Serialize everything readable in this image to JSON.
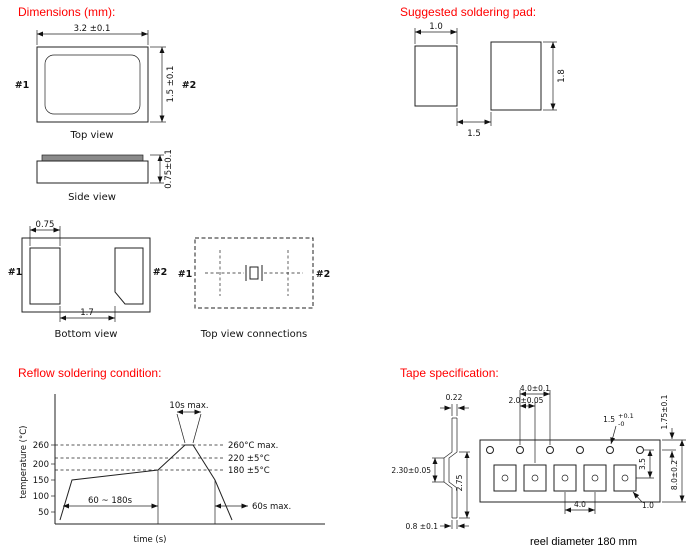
{
  "dimensions": {
    "title": "Dimensions (mm):",
    "top_view": {
      "caption": "Top view",
      "width_dim": "3.2 ±0.1",
      "height_dim": "1.5 ±0.1",
      "pin1": "#1",
      "pin2": "#2"
    },
    "side_view": {
      "caption": "Side view",
      "height_dim": "0.75±0.1"
    },
    "bottom_view": {
      "caption": "Bottom view",
      "pad_width_dim": "0.75",
      "gap_dim": "1.7",
      "pin1": "#1",
      "pin2": "#2"
    },
    "connections": {
      "caption": "Top view connections",
      "pin1": "#1",
      "pin2": "#2"
    }
  },
  "soldering_pad": {
    "title": "Suggested soldering pad:",
    "pad_width_dim": "1.0",
    "pad_height_dim": "1.8",
    "pitch_dim": "1.5"
  },
  "reflow": {
    "title": "Reflow soldering condition:",
    "ylabel": "temperature (°C)",
    "xlabel": "time (s)",
    "yticks": [
      "260",
      "200",
      "150",
      "100",
      "50"
    ],
    "ref_260": "260°C max.",
    "ref_220": "220 ±5°C",
    "ref_180": "180 ±5°C",
    "ann_peak": "10s max.",
    "ann_soak": "60 ~ 180s",
    "ann_cool": "60s max."
  },
  "tape": {
    "title": "Tape specification:",
    "thickness_dim": "0.22",
    "hole_pitch_dim": "4.0±0.1",
    "hole_to_pocket_dim": "2.0±0.05",
    "hole_dia_dim": "1.5",
    "hole_dia_tol_plus": "+0.1",
    "hole_dia_tol_minus": "-0",
    "edge_to_hole_dim": "1.75±0.1",
    "pocket_depth_dim": "2.30±0.05",
    "hole_to_pocket_center_dim": "3.5",
    "tape_width_dim": "8.0±0.2",
    "section_dim": "2.75",
    "bottom_thickness_dim": "0.8 ±0.1",
    "pocket_pitch_dim": "4.0",
    "pocket_corner_dim": "1.0",
    "note": "reel diameter 180 mm"
  },
  "chart_data": {
    "type": "line",
    "title": "Reflow soldering condition",
    "xlabel": "time (s)",
    "ylabel": "temperature (°C)",
    "yticks": [
      50,
      100,
      150,
      200,
      260
    ],
    "ylim": [
      40,
      280
    ],
    "grid": false,
    "reference_lines": [
      {
        "temp_c": 260,
        "label": "260°C max."
      },
      {
        "temp_c": 220,
        "label": "220 ±5°C"
      },
      {
        "temp_c": 180,
        "label": "180 ±5°C"
      }
    ],
    "annotations": [
      {
        "label": "10s max.",
        "applies_to": "time at 260°C peak"
      },
      {
        "label": "60 ~ 180s",
        "applies_to": "preheat soak 150–180°C"
      },
      {
        "label": "60s max.",
        "applies_to": "time above 220°C / cool-down region"
      }
    ],
    "profile": [
      {
        "time_s": 0,
        "temp_c": 50
      },
      {
        "time_s": 30,
        "temp_c": 150
      },
      {
        "time_s": 180,
        "temp_c": 180
      },
      {
        "time_s": 210,
        "temp_c": 260
      },
      {
        "time_s": 220,
        "temp_c": 260
      },
      {
        "time_s": 260,
        "temp_c": 100
      },
      {
        "time_s": 280,
        "temp_c": 50
      }
    ]
  }
}
